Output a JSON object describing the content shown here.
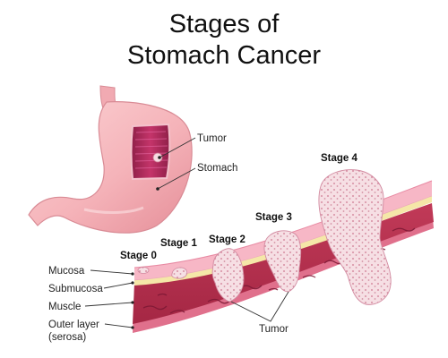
{
  "title": {
    "line1": "Stages of",
    "line2": "Stomach Cancer"
  },
  "stomach_labels": {
    "tumor": "Tumor",
    "stomach": "Stomach"
  },
  "layer_labels": {
    "mucosa": "Mucosa",
    "submucosa": "Submucosa",
    "muscle": "Muscle",
    "outer_line1": "Outer layer",
    "outer_line2": "(serosa)"
  },
  "stages": {
    "s0": "Stage 0",
    "s1": "Stage 1",
    "s2": "Stage 2",
    "s3": "Stage 3",
    "s4": "Stage 4"
  },
  "bottom_label": "Tumor",
  "colors": {
    "mucosa": "#f7b7c6",
    "submucosa": "#f5e7a8",
    "muscle": "#b8314f",
    "serosa": "#e0708c",
    "tumor": "#f5dde2",
    "stomach": "#f6b9bf"
  }
}
